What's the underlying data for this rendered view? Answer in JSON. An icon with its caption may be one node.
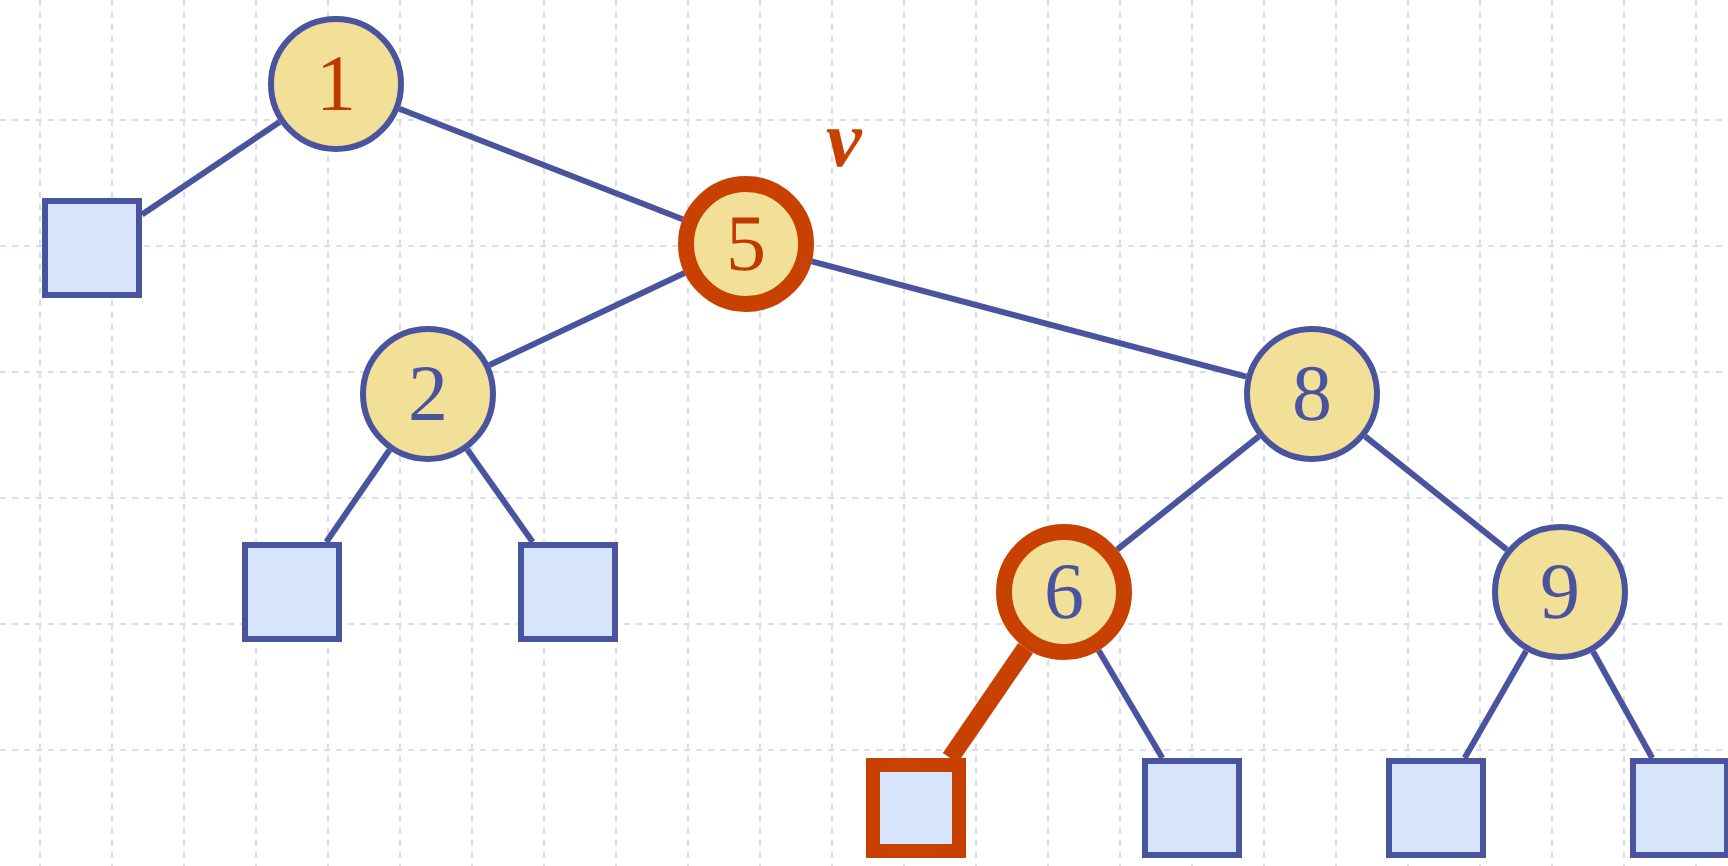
{
  "diagram": {
    "nodes": [
      {
        "text": [
          "1"
        ]
      },
      {
        "text": [],
        "shape": "box"
      },
      {
        "text": [
          "5"
        ],
        "beside": [
          "v"
        ]
      },
      {
        "text": [
          "2"
        ]
      },
      {
        "text": [
          "8"
        ]
      },
      {
        "text": [],
        "shape": "box"
      },
      {
        "text": [],
        "shape": "box"
      },
      {
        "text": [
          "6"
        ]
      },
      {
        "text": [
          "9"
        ]
      },
      {
        "text": [],
        "shape": "box"
      },
      {
        "text": [],
        "shape": "box"
      },
      {
        "text": [],
        "shape": "box"
      },
      {
        "text": [],
        "shape": "box"
      }
    ],
    "edges": [
      {
        "from": 0,
        "to": 1,
        "arrow": "none"
      },
      {
        "from": 0,
        "to": 2,
        "arrow": "none"
      },
      {
        "from": 2,
        "to": 3,
        "arrow": "none"
      },
      {
        "from": 2,
        "to": 4,
        "arrow": "none"
      },
      {
        "from": 3,
        "to": 5,
        "arrow": "none"
      },
      {
        "from": 3,
        "to": 6,
        "arrow": "none"
      },
      {
        "from": 4,
        "to": 7,
        "arrow": "none"
      },
      {
        "from": 4,
        "to": 8,
        "arrow": "none"
      },
      {
        "from": 7,
        "to": 9,
        "arrow": "none",
        "style": "thick",
        "color": "#c84100"
      },
      {
        "from": 7,
        "to": 10,
        "arrow": "none"
      },
      {
        "from": 8,
        "to": 11,
        "arrow": "none"
      },
      {
        "from": 8,
        "to": 12,
        "arrow": "none"
      }
    ]
  }
}
